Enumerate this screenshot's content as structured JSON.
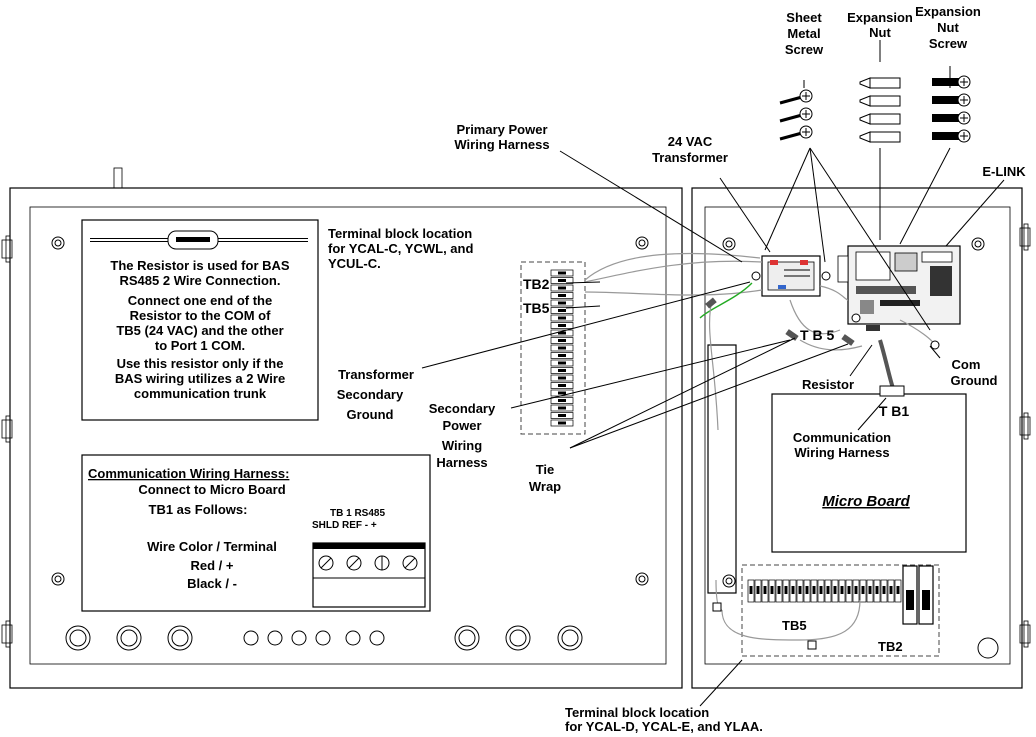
{
  "labels": {
    "sheet_metal_screw": [
      "Sheet",
      "Metal",
      "Screw"
    ],
    "expansion_nut": [
      "Expansion",
      "Nut"
    ],
    "expansion_nut_screw": [
      "Expansion",
      "Nut",
      "Screw"
    ],
    "primary_power_harness": [
      "Primary Power",
      "Wiring Harness"
    ],
    "transformer": [
      "24 VAC",
      "Transformer"
    ],
    "elink": "E-LINK",
    "terminal_block_top": [
      "Terminal block location",
      "for YCAL-C, YCWL, and",
      "YCUL-C."
    ],
    "tb2": "TB2",
    "tb5": "TB5",
    "tb5_spaced": "T B 5",
    "tb1": "T B1",
    "com_ground": [
      "Com",
      "Ground"
    ],
    "resistor": "Resistor",
    "comm_harness_label": [
      "Communication",
      "Wiring Harness"
    ],
    "micro_board": "Micro Board",
    "transformer_secondary_ground": [
      "Transformer",
      "Secondary",
      "Ground"
    ],
    "secondary_power_harness": [
      "Secondary",
      "Power",
      "Wiring",
      "Harness"
    ],
    "tie_wrap": [
      "Tie",
      "Wrap"
    ],
    "terminal_block_bottom": [
      "Terminal block location",
      "for YCAL-D, YCAL-E, and YLAA."
    ],
    "tb5_bottom": "TB5",
    "tb2_bottom": "TB2"
  },
  "resistor_note": [
    "The Resistor is used for BAS",
    "RS485 2 Wire Connection.",
    "Connect one end of the",
    "Resistor to the COM of",
    "TB5 (24 VAC) and the other",
    "to Port 1 COM.",
    "Use this resistor only if the",
    "BAS wiring utilizes a 2 Wire",
    "communication trunk"
  ],
  "comm_box": {
    "title": "Communication Wiring Harness:",
    "line1": "Connect to Micro Board",
    "line2": "TB1 as Follows:",
    "header1": "TB 1  RS485",
    "header2": "SHLD  REF  -    +",
    "wire_title": "Wire Color / Terminal",
    "red": "Red / +",
    "black": "Black / -"
  }
}
